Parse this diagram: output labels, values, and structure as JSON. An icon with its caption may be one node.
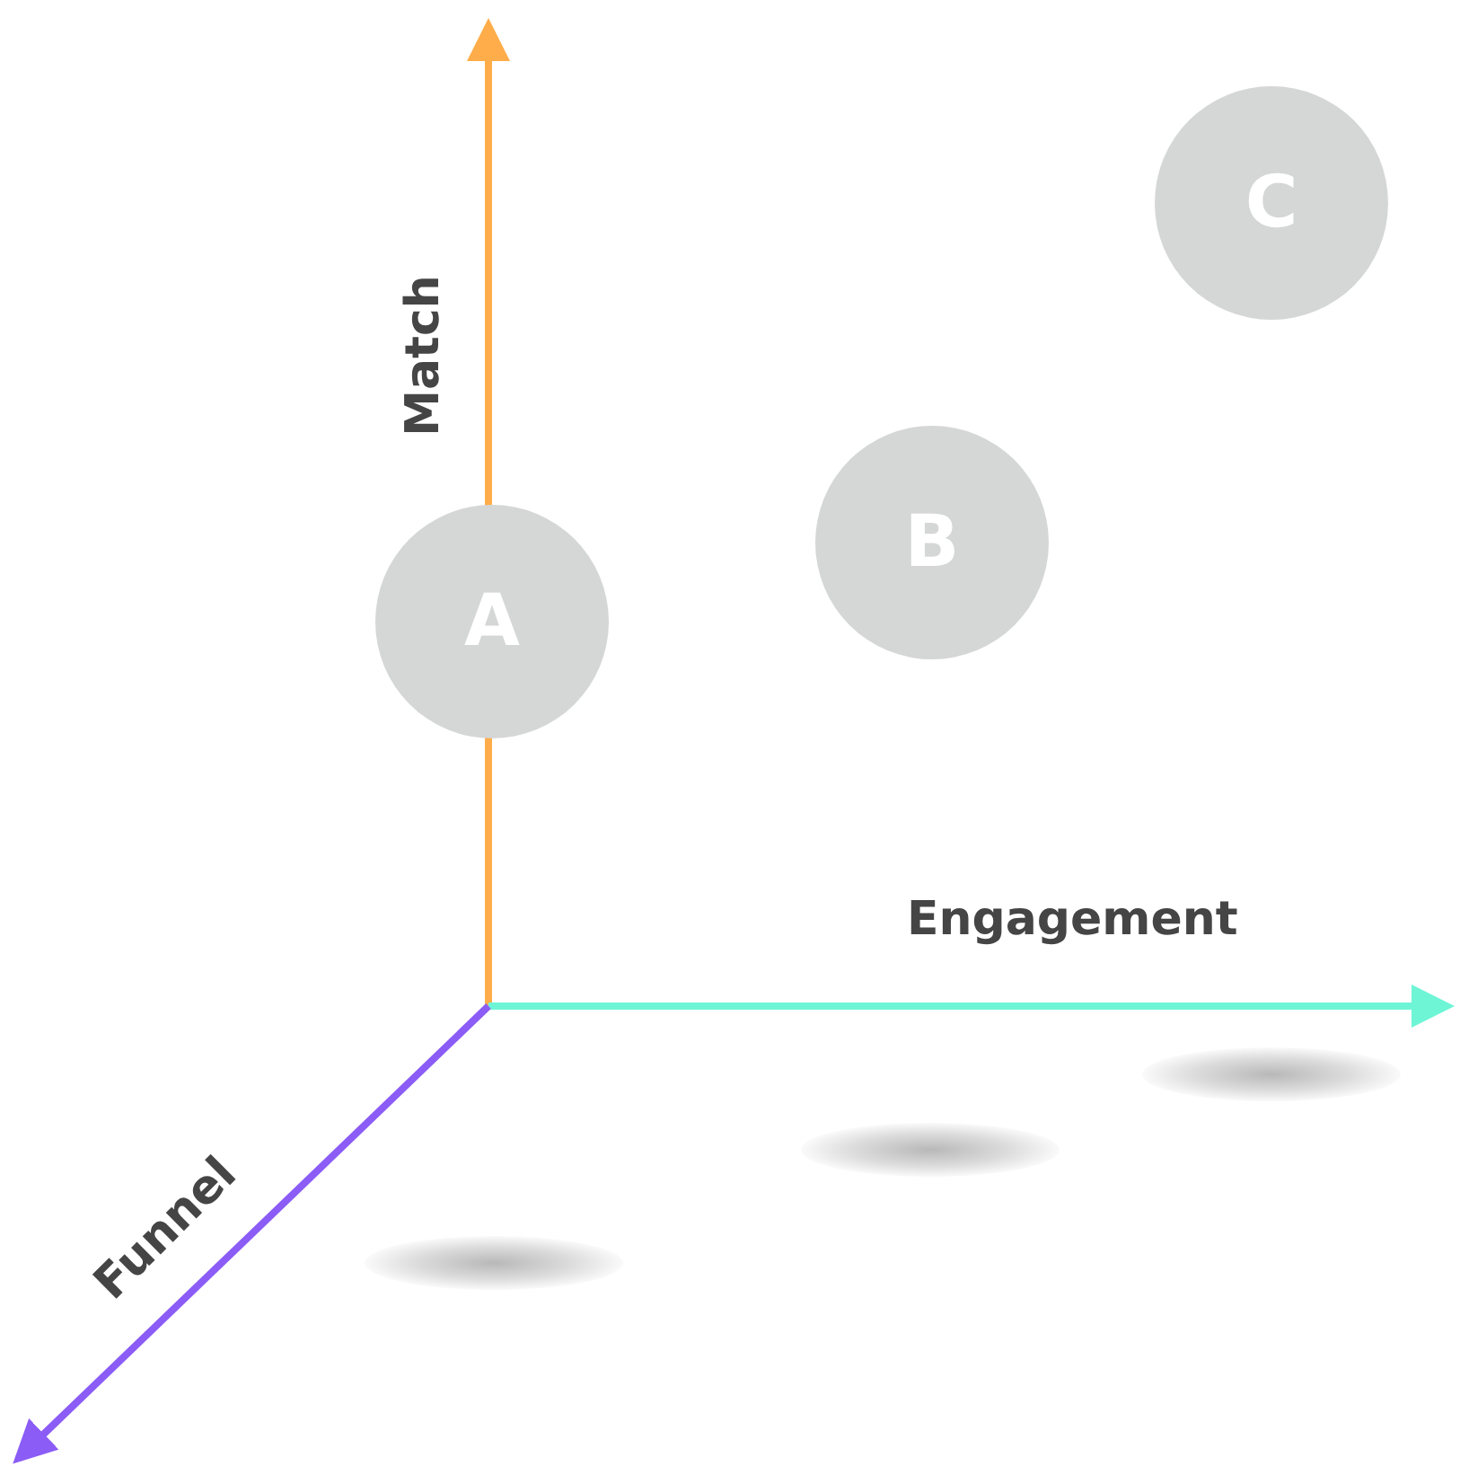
{
  "diagram": {
    "nodes": [
      {
        "text": [
          "A"
        ]
      },
      {
        "text": [
          "B"
        ]
      },
      {
        "text": [
          "C"
        ]
      }
    ],
    "labels": [
      "Match",
      "Engagement",
      "Funnel"
    ]
  }
}
